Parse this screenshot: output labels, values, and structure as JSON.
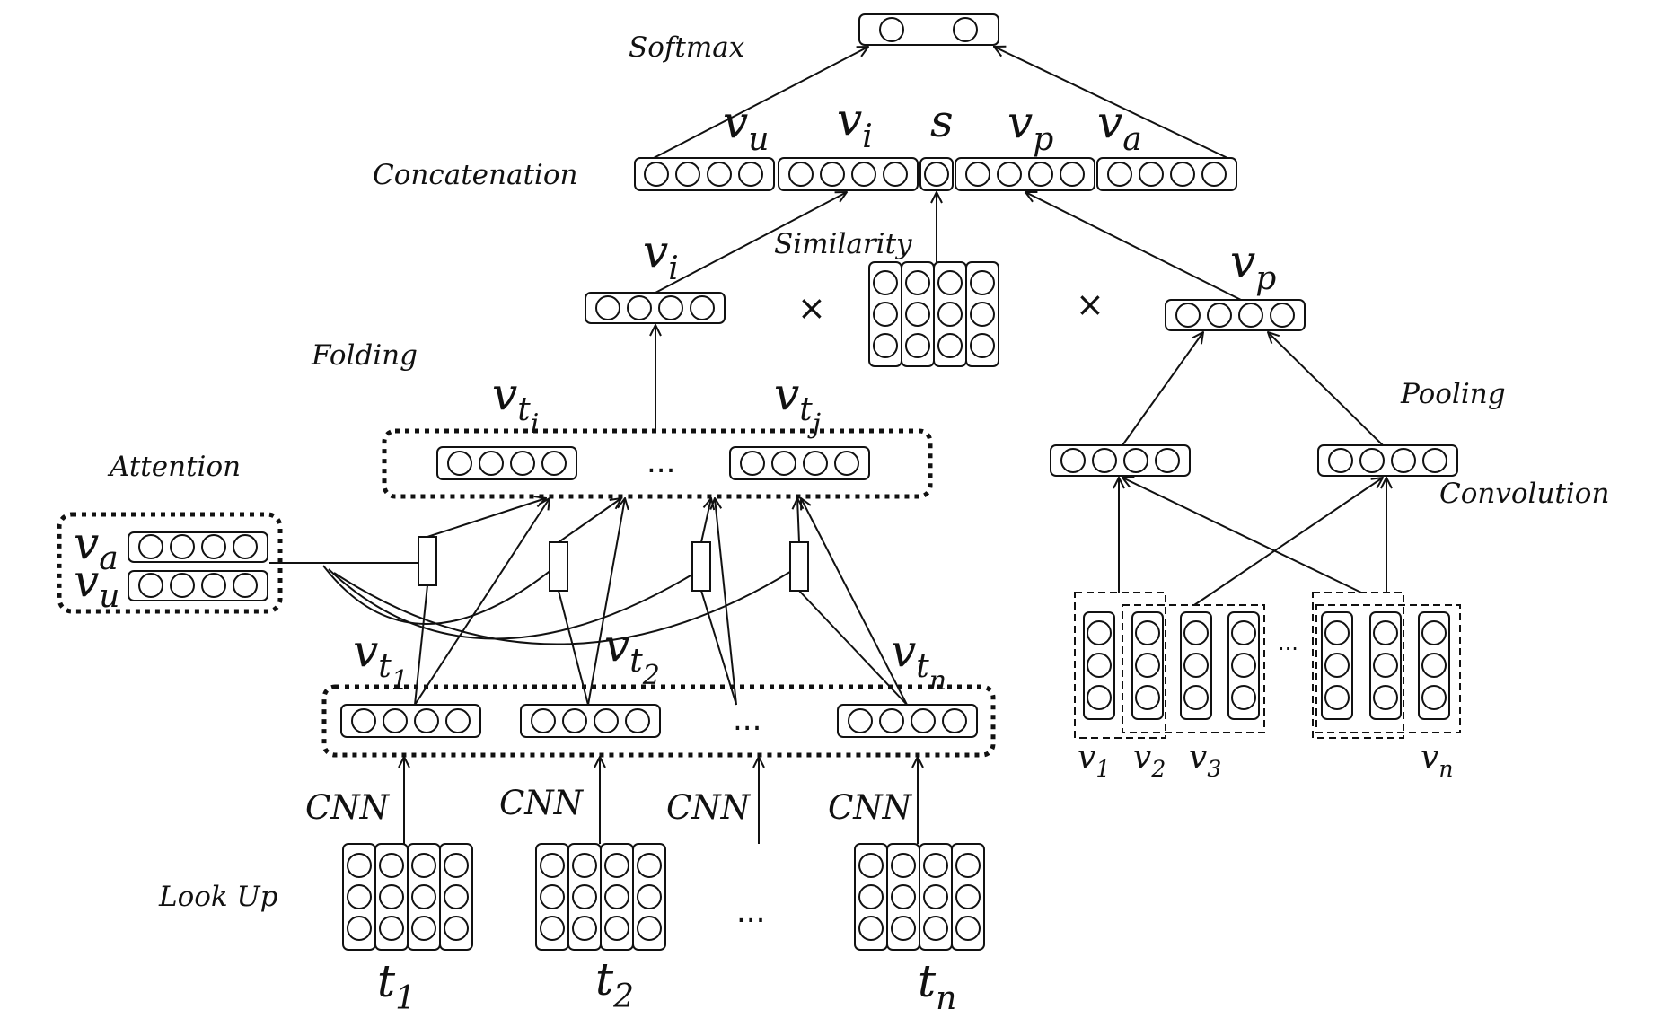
{
  "stages": {
    "softmax": "Softmax",
    "concatenation": "Concatenation",
    "similarity": "Similarity",
    "folding": "Folding",
    "attention": "Attention",
    "pooling": "Pooling",
    "convolution": "Convolution",
    "lookup": "Look Up",
    "cnn": "CNN"
  },
  "concat_vectors": [
    {
      "base": "v",
      "sub": "u"
    },
    {
      "base": "v",
      "sub": "i"
    },
    {
      "base": "s",
      "sub": ""
    },
    {
      "base": "v",
      "sub": "p"
    },
    {
      "base": "v",
      "sub": "a"
    }
  ],
  "vi": {
    "base": "v",
    "sub": "i"
  },
  "vp": {
    "base": "v",
    "sub": "p"
  },
  "folding_vectors": [
    {
      "base": "v",
      "sub": "t",
      "subsub": "i"
    },
    {
      "base": "v",
      "sub": "t",
      "subsub": "j"
    }
  ],
  "attention_vectors": [
    {
      "base": "v",
      "sub": "a"
    },
    {
      "base": "v",
      "sub": "u"
    }
  ],
  "term_vectors": [
    {
      "base": "v",
      "sub": "t",
      "subsub": "1"
    },
    {
      "base": "v",
      "sub": "t",
      "subsub": "2"
    },
    {
      "base": "v",
      "sub": "t",
      "subsub": "n"
    }
  ],
  "terms": [
    {
      "base": "t",
      "sub": "1"
    },
    {
      "base": "t",
      "sub": "2"
    },
    {
      "base": "t",
      "sub": "n"
    }
  ],
  "conv_vectors": [
    {
      "base": "v",
      "sub": "1"
    },
    {
      "base": "v",
      "sub": "2"
    },
    {
      "base": "v",
      "sub": "3"
    },
    {
      "base": "v",
      "sub": "n"
    }
  ],
  "symbols": {
    "times": "×",
    "ellipsis": "..."
  }
}
